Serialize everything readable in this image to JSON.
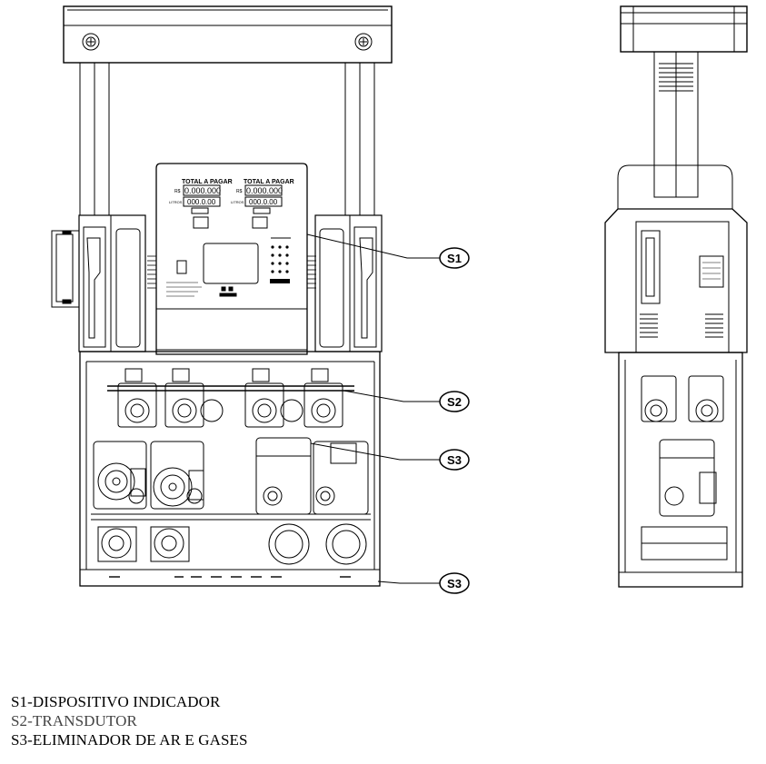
{
  "callouts": {
    "s1": "S1",
    "s2": "S2",
    "s3a": "S3",
    "s3b": "S3"
  },
  "display": {
    "left_header": "TOTAL A PAGAR",
    "right_header": "TOTAL A PAGAR",
    "left_price": "0.000.000",
    "left_liters": "000.0.00",
    "right_price": "0.000.000",
    "right_liters": "000.0.00",
    "unit_money": "R$",
    "unit_liters": "LITROS"
  },
  "legend": [
    "S1-DISPOSITIVO INDICADOR",
    "S2-TRANSDUTOR",
    "S3-ELIMINADOR DE AR E GASES"
  ],
  "colors": {
    "line": "#000000",
    "background": "#ffffff"
  }
}
